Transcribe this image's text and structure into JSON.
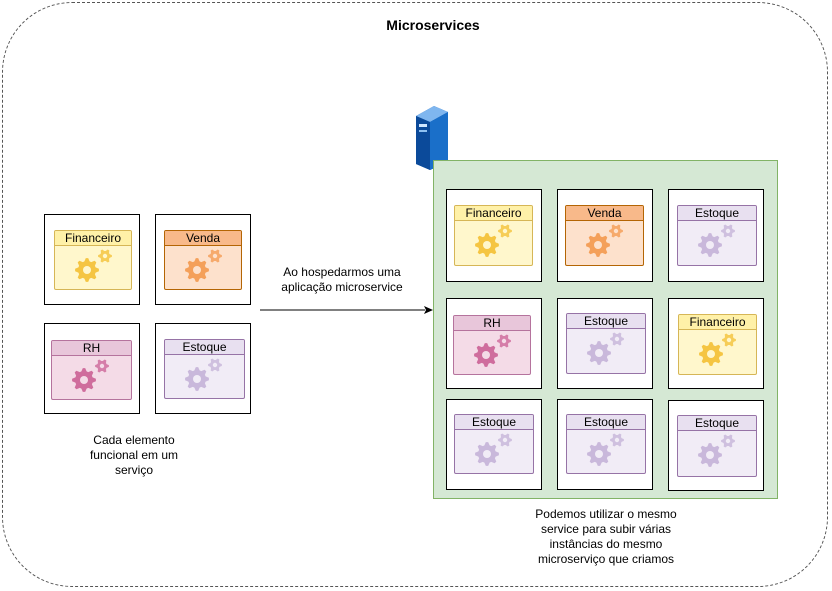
{
  "title": "Microservices",
  "left_group": {
    "tiles": [
      {
        "label": "Financeiro",
        "color": "yellow"
      },
      {
        "label": "Venda",
        "color": "orange"
      },
      {
        "label": "RH",
        "color": "pink"
      },
      {
        "label": "Estoque",
        "color": "lavender"
      }
    ],
    "caption_lines": [
      "Cada elemento",
      "funcional em um",
      "serviço"
    ]
  },
  "arrow_label_lines": [
    "Ao hospedarmos uma",
    "aplicação microservice"
  ],
  "right_group": {
    "tiles": [
      {
        "label": "Financeiro",
        "color": "yellow"
      },
      {
        "label": "Venda",
        "color": "orange"
      },
      {
        "label": "Estoque",
        "color": "lavender"
      },
      {
        "label": "RH",
        "color": "pink"
      },
      {
        "label": "Estoque",
        "color": "lavender"
      },
      {
        "label": "Financeiro",
        "color": "yellow"
      },
      {
        "label": "Estoque",
        "color": "lavender"
      },
      {
        "label": "Estoque",
        "color": "lavender"
      },
      {
        "label": "Estoque",
        "color": "lavender"
      }
    ],
    "caption_lines": [
      "Podemos utilizar o mesmo",
      "service para subir várias",
      "instâncias do mesmo",
      "microserviço que criamos"
    ]
  },
  "colors": {
    "server_area": "#d5e8d4",
    "server_icon": "#1a6fc9"
  }
}
